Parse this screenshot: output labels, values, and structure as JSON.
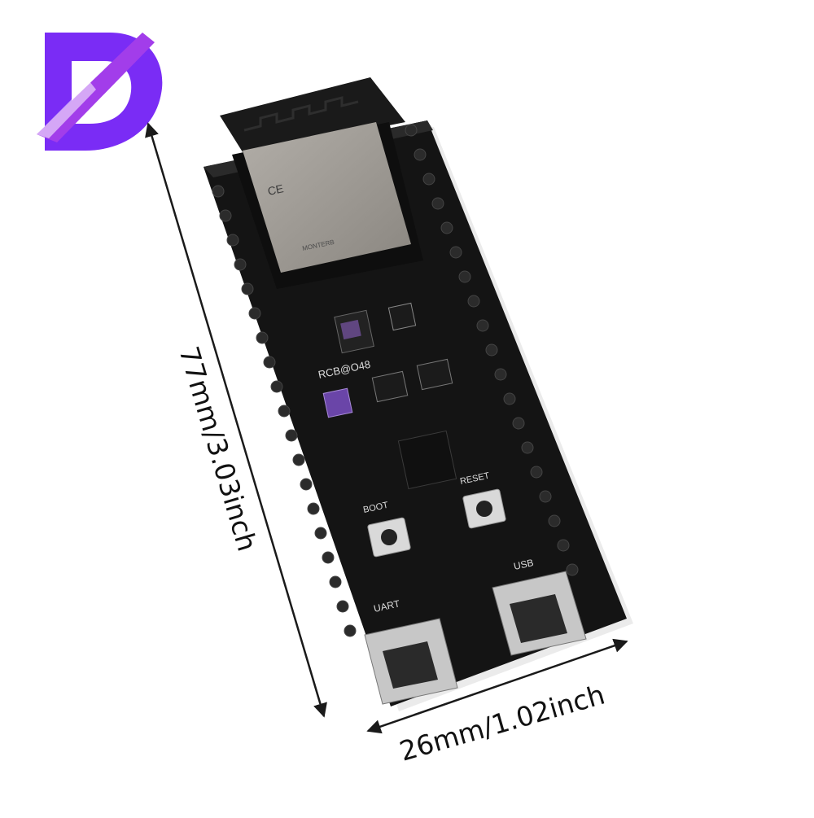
{
  "brand": {
    "logo_letter": "D",
    "colors": {
      "primary": "#7a2cf5",
      "secondary": "#a23dea"
    }
  },
  "product": {
    "board_silkscreen": {
      "module_mark": "CE",
      "module_text": "MONTERB",
      "part_code": "RCB@O48",
      "boot_label": "BOOT",
      "reset_label": "RESET",
      "uart_label": "UART",
      "usb_label": "USB"
    }
  },
  "dimensions": {
    "length": "77mm/3.03inch",
    "width": "26mm/1.02inch"
  },
  "colors": {
    "pcb": "#141414",
    "module": "#9a9690",
    "arrow": "#1a1a1a"
  }
}
